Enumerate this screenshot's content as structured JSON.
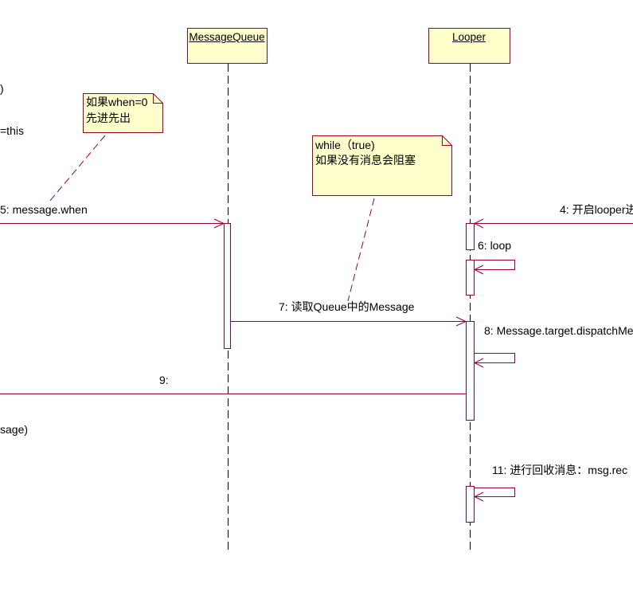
{
  "lifelines": [
    {
      "name": "MessageQueue"
    },
    {
      "name": "Looper"
    }
  ],
  "notes": [
    {
      "lines": [
        "如果when=0",
        "先进先出"
      ]
    },
    {
      "lines": [
        "while（true)",
        "如果没有消息会阻塞"
      ]
    }
  ],
  "messages": {
    "m4": "4: 开启looper进",
    "m5": "5: message.when",
    "m6": "6: loop",
    "m7": "7: 读取Queue中的Message",
    "m8": "8: Message.target.dispatchMe",
    "m9": "9:",
    "m11": "11: 进行回收消息：msg.rec"
  },
  "fragments": [
    ")",
    "=this",
    "sage)"
  ],
  "colors": {
    "line": "#990033",
    "lifeline": "#000000",
    "box_fill": "#FFFFCC",
    "note_fill": "#FFFFCC",
    "text": "#000000"
  }
}
